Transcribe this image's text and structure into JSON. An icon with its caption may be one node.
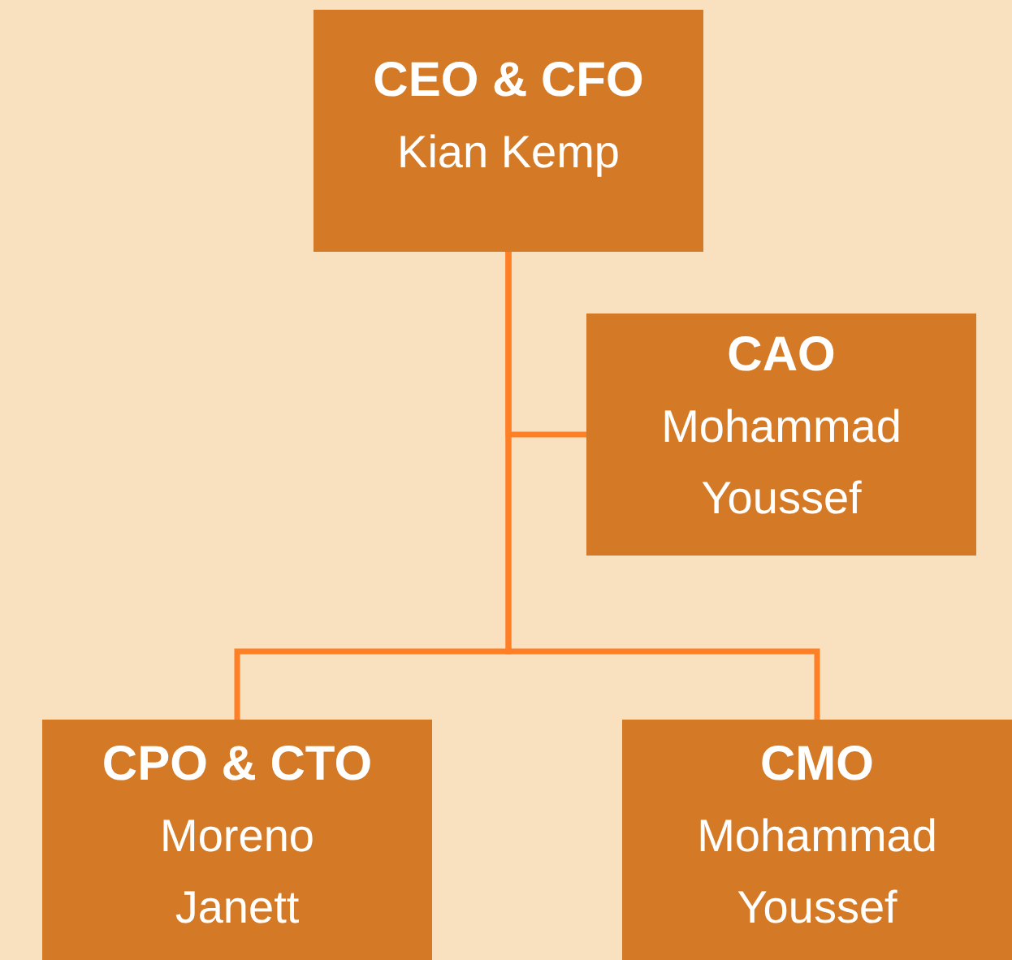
{
  "diagram": {
    "nodes": [
      {
        "text": [
          "CEO & CFO",
          "Kian Kemp"
        ]
      },
      {
        "text": [
          "CAO",
          "Mohammad Youssef"
        ]
      },
      {
        "text": [
          "CPO & CTO",
          "Moreno Janett"
        ]
      },
      {
        "text": [
          "CMO",
          "Mohammad Youssef"
        ]
      }
    ],
    "edges": [
      {
        "from": 0,
        "to": 1,
        "arrow": "none"
      },
      {
        "from": 0,
        "to": 2,
        "arrow": "none"
      },
      {
        "from": 0,
        "to": 3,
        "arrow": "none"
      }
    ]
  }
}
